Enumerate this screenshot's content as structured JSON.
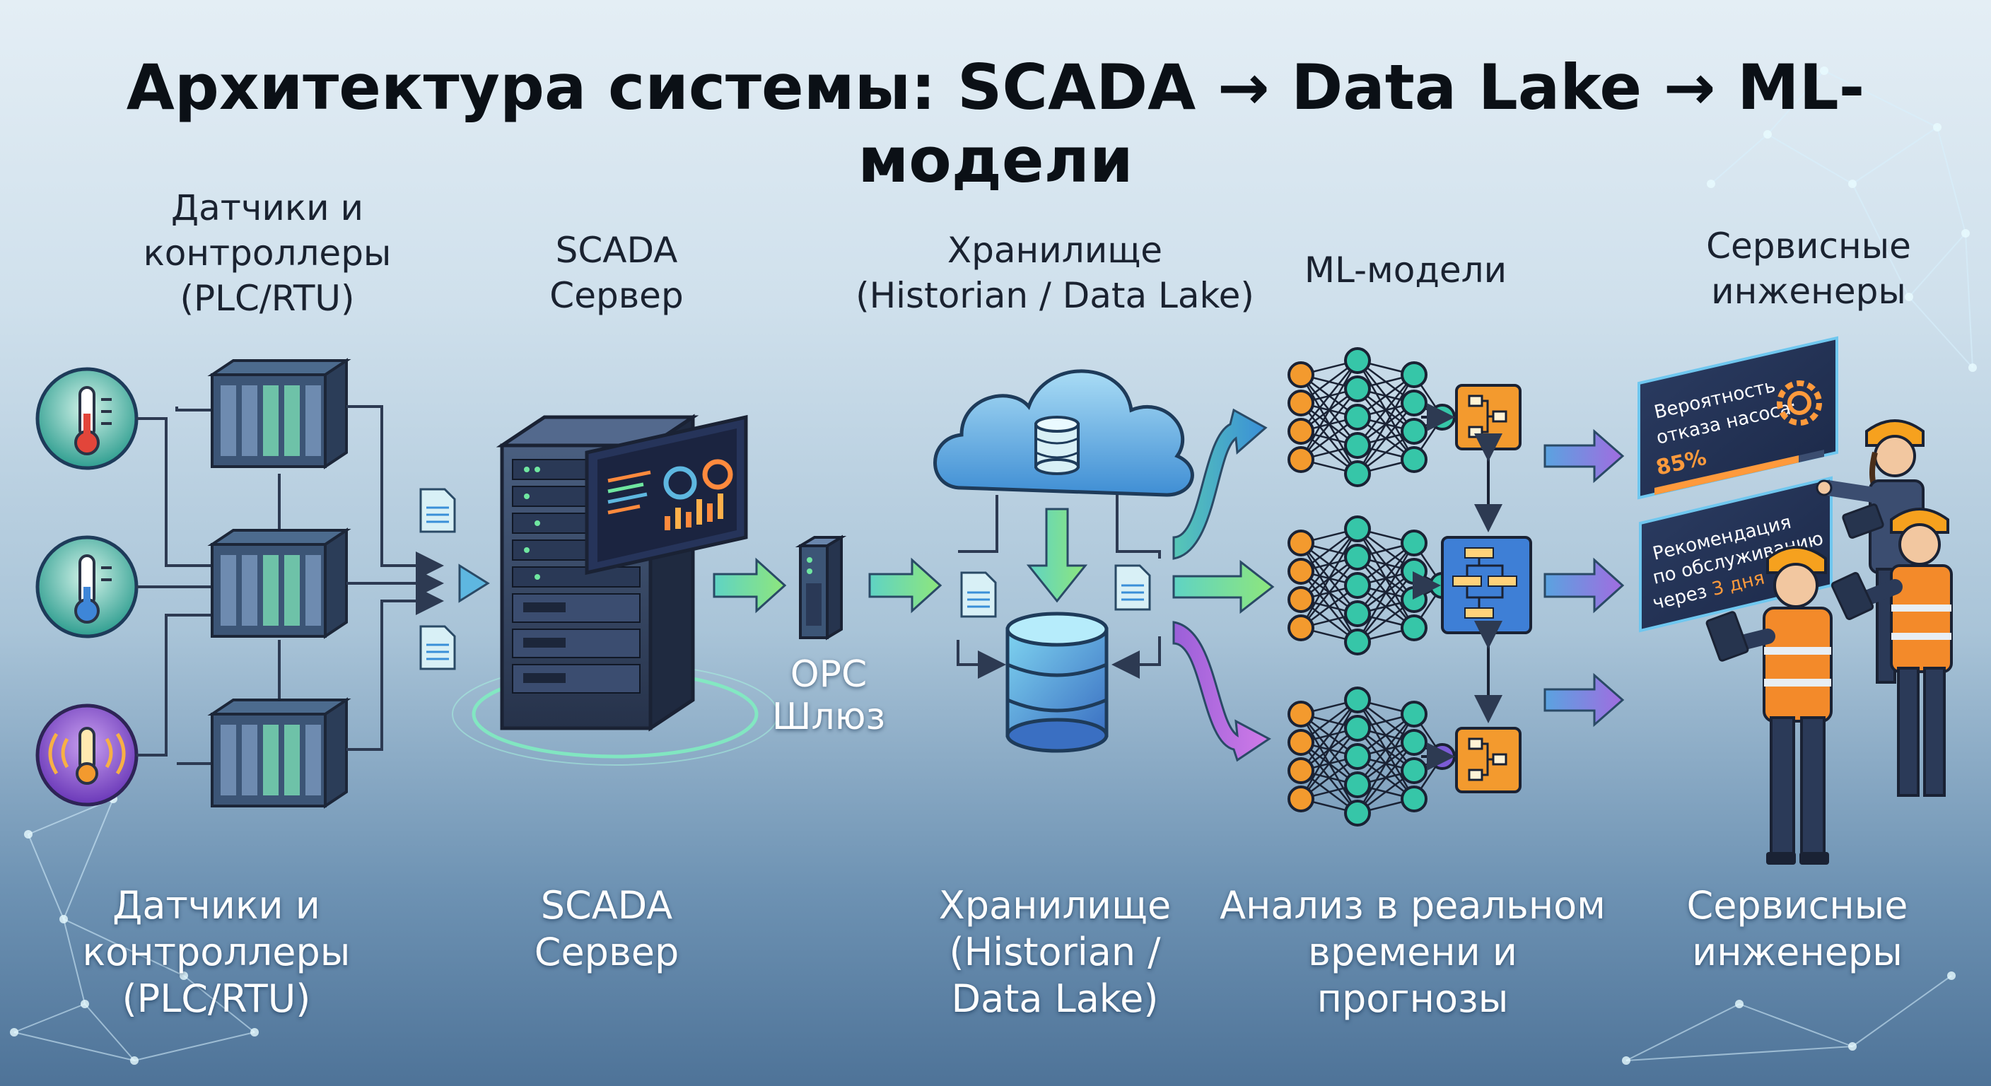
{
  "title": "Архитектура системы: SCADA → Data Lake → ML-модели",
  "top_labels": {
    "sensors": [
      "Датчики и",
      "контроллеры",
      "(PLC/RTU)"
    ],
    "scada": [
      "SCADA",
      "Сервер"
    ],
    "storage": [
      "Хранилище",
      "(Historian / Data Lake)"
    ],
    "ml": [
      "ML-модели"
    ],
    "engineers": [
      "Сервисные",
      "инженеры"
    ]
  },
  "gateway": [
    "OPC",
    "Шлюз"
  ],
  "bottom_labels": {
    "sensors": [
      "Датчики и",
      "контроллеры",
      "(PLC/RTU)"
    ],
    "scada": [
      "SCADA",
      "Сервер"
    ],
    "storage": [
      "Хранилище",
      "(Historian /",
      "Data Lake)"
    ],
    "ml": [
      "Анализ в реальном",
      "времени и",
      "прогнозы"
    ],
    "engineers": [
      "Сервисные",
      "инженеры"
    ]
  },
  "dashboard": {
    "panel1_line1": "Вероятность",
    "panel1_line2": "отказа насоса:",
    "panel1_value": "85%",
    "panel1_progress": 0.85,
    "panel2_line1": "Рекомендация",
    "panel2_line2": "по обслуживанию",
    "panel2_line3_prefix": "через ",
    "panel2_line3_highlight": "3 дня"
  },
  "colors": {
    "accent_green": "#6fdc8c",
    "accent_purple": "#b56ee0",
    "accent_blue": "#3a8fd8",
    "highlight_orange": "#ff9a3c",
    "node_orange": "#f39a2e",
    "node_teal": "#36c6a8",
    "node_blue": "#3e7fd6",
    "node_purple": "#7b5bd6"
  }
}
